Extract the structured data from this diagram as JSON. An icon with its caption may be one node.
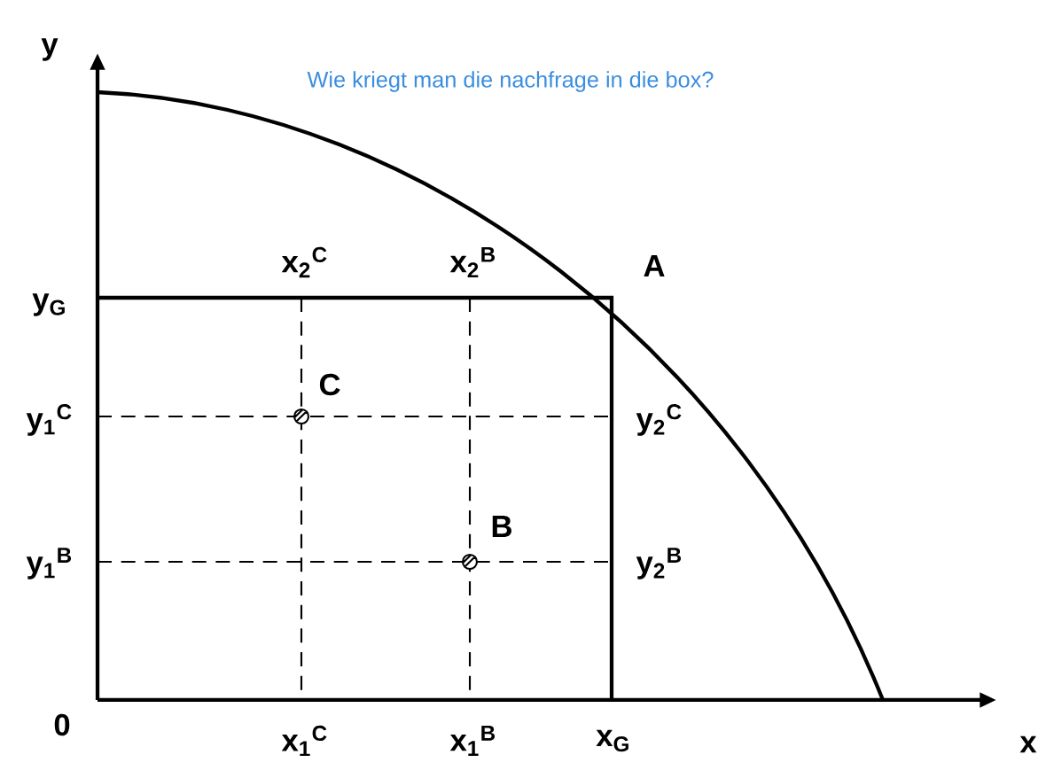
{
  "diagram": {
    "title": "Wie kriegt man die nachfrage in die box?",
    "labels": [
      "y",
      "x$_{2}$$^{C}$",
      "x$_{2}$$^{B}$",
      "A",
      "y$_{G}$",
      "C",
      "y$_{1}$$^{C}$",
      "y$_{2}$$^{C}$",
      "B",
      "y$_{1}$$^{B}$",
      "y$_{2}$$^{B}$",
      "0",
      "x$_{1}$$^{C}$",
      "x$_{1}$$^{B}$",
      "x$_{G}$",
      "x"
    ]
  }
}
